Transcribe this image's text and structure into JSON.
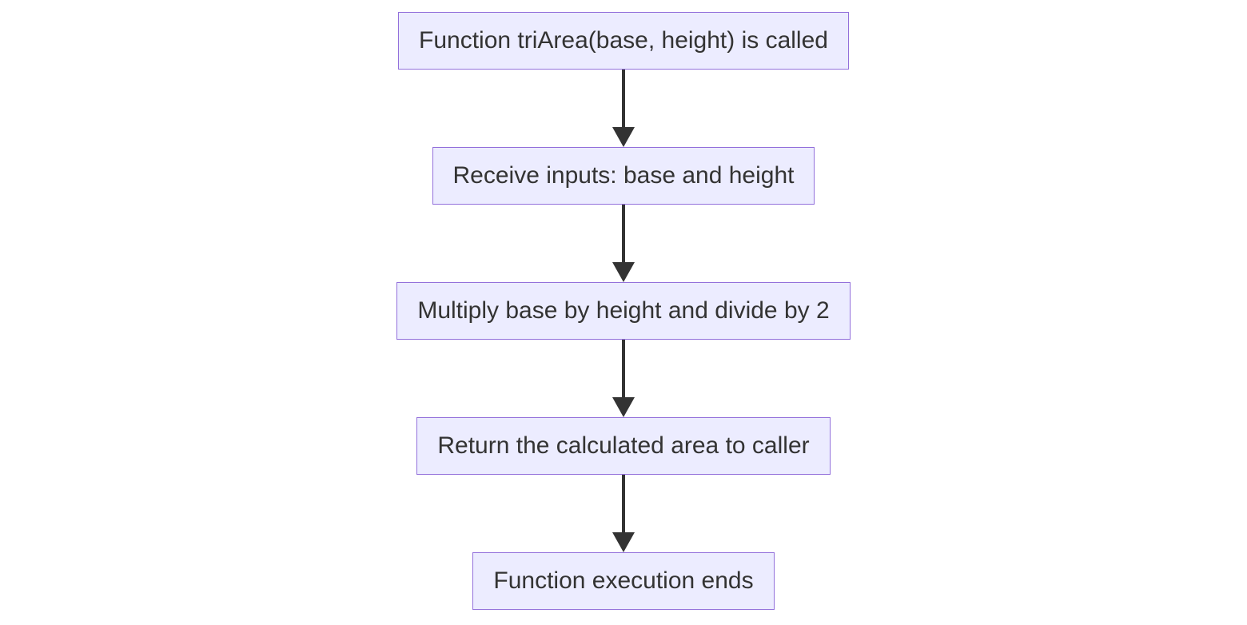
{
  "diagram": {
    "type": "flowchart",
    "direction": "top-down",
    "nodes": [
      {
        "label": "Function triArea(base, height) is called"
      },
      {
        "label": "Receive inputs: base and height"
      },
      {
        "label": "Multiply base by height and divide by 2"
      },
      {
        "label": "Return the calculated area to caller"
      },
      {
        "label": "Function execution ends"
      }
    ],
    "edges": [
      {
        "from": 0,
        "to": 1,
        "style": "solid",
        "arrowhead": "filled-triangle-down"
      },
      {
        "from": 1,
        "to": 2,
        "style": "solid",
        "arrowhead": "filled-triangle-down"
      },
      {
        "from": 2,
        "to": 3,
        "style": "solid",
        "arrowhead": "filled-triangle-down"
      },
      {
        "from": 3,
        "to": 4,
        "style": "solid",
        "arrowhead": "filled-triangle-down"
      }
    ],
    "colors": {
      "node-fill": "#ECECFF",
      "node-border": "#9370DB",
      "node-text": "#333333",
      "arrow": "#333333",
      "background": "#FFFFFF"
    }
  }
}
